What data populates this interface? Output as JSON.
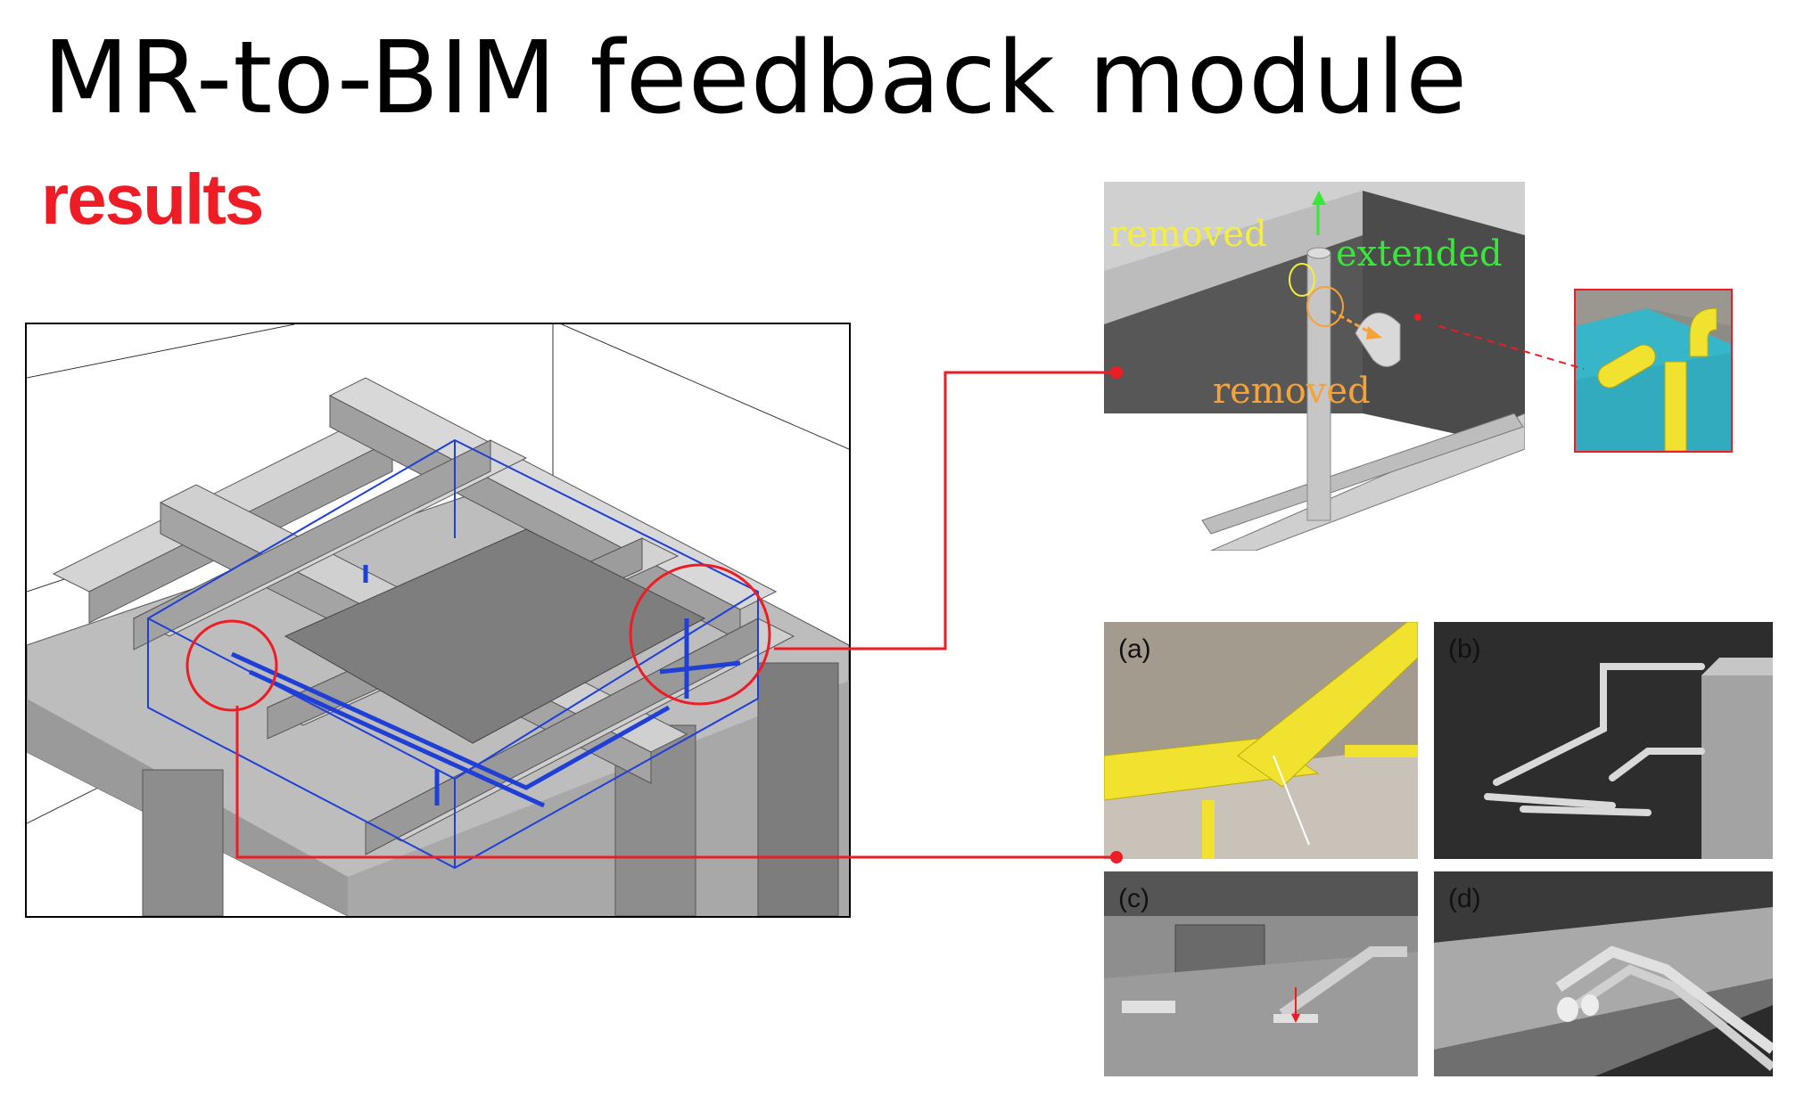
{
  "slide": {
    "title": "MR-to-BIM feedback module",
    "subtitle": "results"
  },
  "colors": {
    "accent_red": "#ee1c24",
    "pipe_yellow": "#f2e230",
    "annotation_yellow": "#f6ef3a",
    "annotation_green": "#39e63a",
    "annotation_orange": "#f7a238",
    "bim_blue": "#1f3fd6",
    "mr_teal": "#36b6c8"
  },
  "detail_view": {
    "annotations": {
      "removed_top": "removed",
      "extended": "extended",
      "removed_bottom": "removed"
    }
  },
  "comparison_panels": [
    {
      "label": "(a)"
    },
    {
      "label": "(b)"
    },
    {
      "label": "(c)"
    },
    {
      "label": "(d)"
    }
  ]
}
